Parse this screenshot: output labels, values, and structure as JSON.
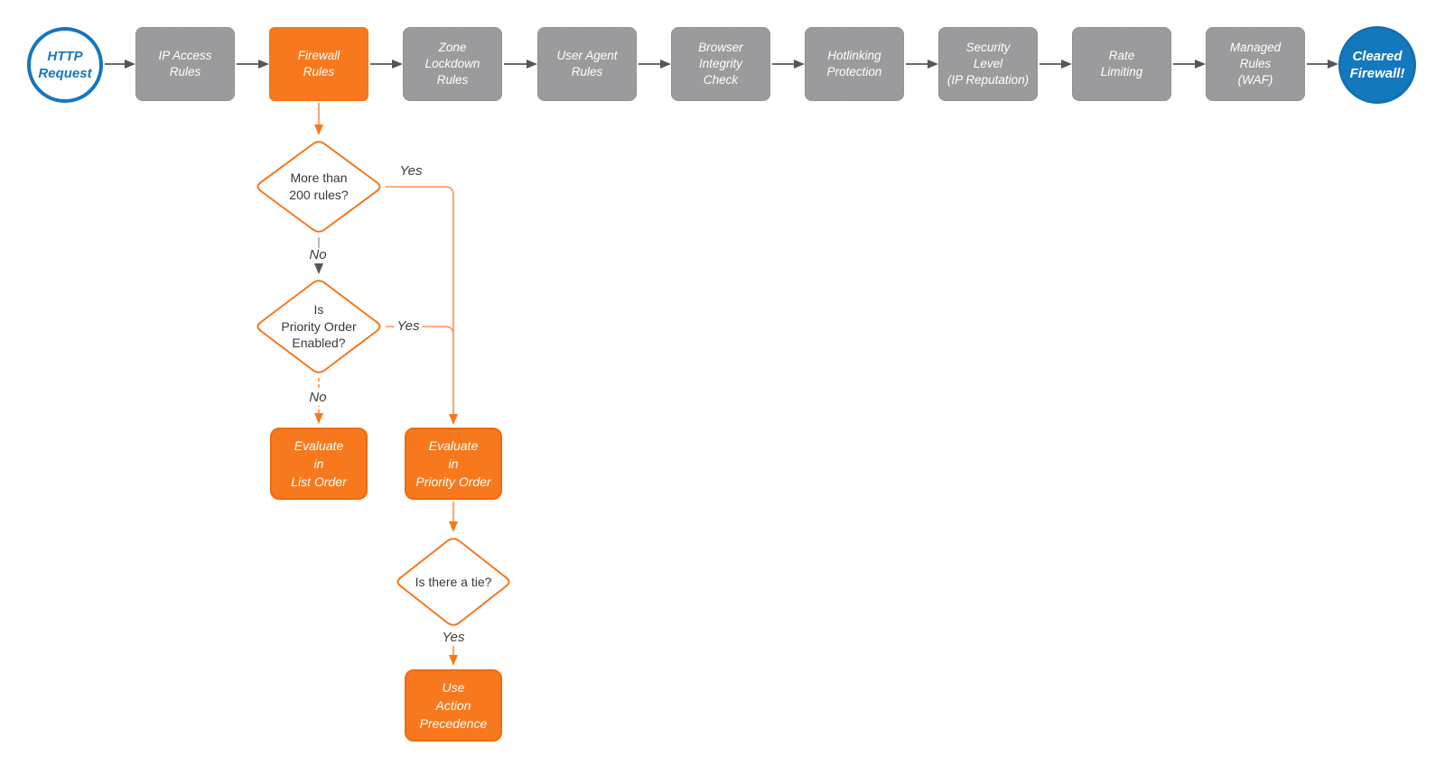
{
  "colors": {
    "orange": "#F8791D",
    "orange_line": "#F9914B",
    "gray_node": "#9B9B9D",
    "blue": "#1477BC",
    "connector_gray": "#54555A",
    "diamond_text": "#383838"
  },
  "pipeline": {
    "start": {
      "label": "HTTP\nRequest"
    },
    "stages": [
      {
        "label": "IP Access\nRules",
        "variant": "gray"
      },
      {
        "label": "Firewall\nRules",
        "variant": "orange",
        "highlighted": true
      },
      {
        "label": "Zone\nLockdown\nRules",
        "variant": "gray"
      },
      {
        "label": "User Agent\nRules",
        "variant": "gray"
      },
      {
        "label": "Browser\nIntegrity\nCheck",
        "variant": "gray"
      },
      {
        "label": "Hotlinking\nProtection",
        "variant": "gray"
      },
      {
        "label": "Security\nLevel\n(IP Reputation)",
        "variant": "gray"
      },
      {
        "label": "Rate\nLimiting",
        "variant": "gray"
      },
      {
        "label": "Managed\nRules\n(WAF)",
        "variant": "gray"
      }
    ],
    "end": {
      "label": "Cleared\nFirewall!"
    }
  },
  "branch": {
    "decision_rule_count": {
      "text": "More than\n200 rules?",
      "yes": "Yes",
      "no": "No"
    },
    "decision_priority_order": {
      "text": "Is\nPriority Order\nEnabled?",
      "yes": "Yes",
      "no": "No"
    },
    "action_list_order": "Evaluate\nin\nList Order",
    "action_priority_order": "Evaluate\nin\nPriority Order",
    "decision_tie": {
      "text": "Is there a tie?",
      "yes": "Yes"
    },
    "action_precedence": "Use\nAction\nPrecedence"
  }
}
